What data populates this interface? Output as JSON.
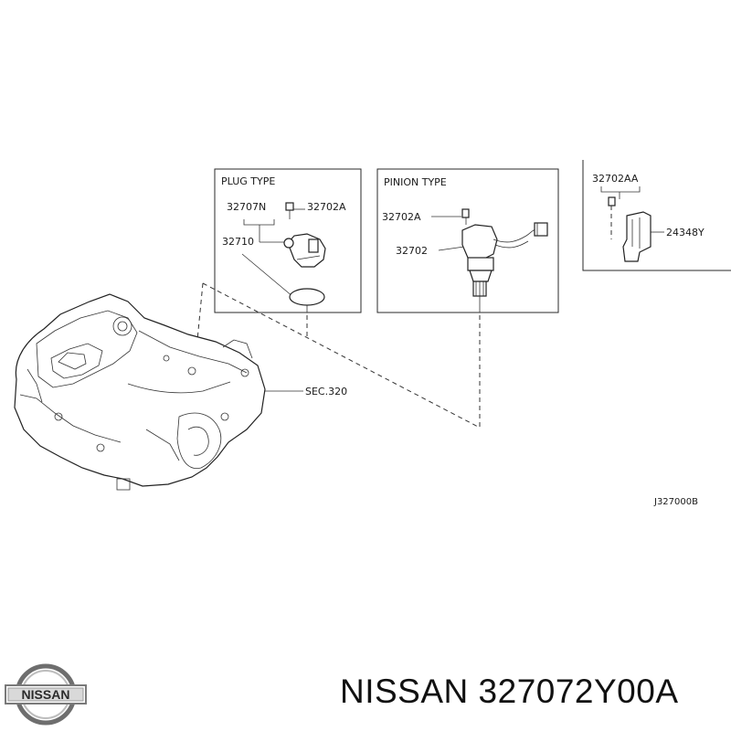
{
  "diagram": {
    "plug_box": {
      "title": "PLUG TYPE",
      "labels": {
        "bolt": "32707N",
        "clip": "32702A",
        "sensor": "32710"
      }
    },
    "pinion_box": {
      "title": "PINION TYPE",
      "labels": {
        "clip": "32702A",
        "pinion": "32702"
      }
    },
    "bracket_box": {
      "labels": {
        "clip": "32702AA",
        "bracket": "24348Y"
      }
    },
    "transmission_ref": "SEC.320",
    "drawing_code": "J327000B"
  },
  "footer": {
    "logo_text": "NISSAN",
    "title": "NISSAN 327072Y00A"
  }
}
